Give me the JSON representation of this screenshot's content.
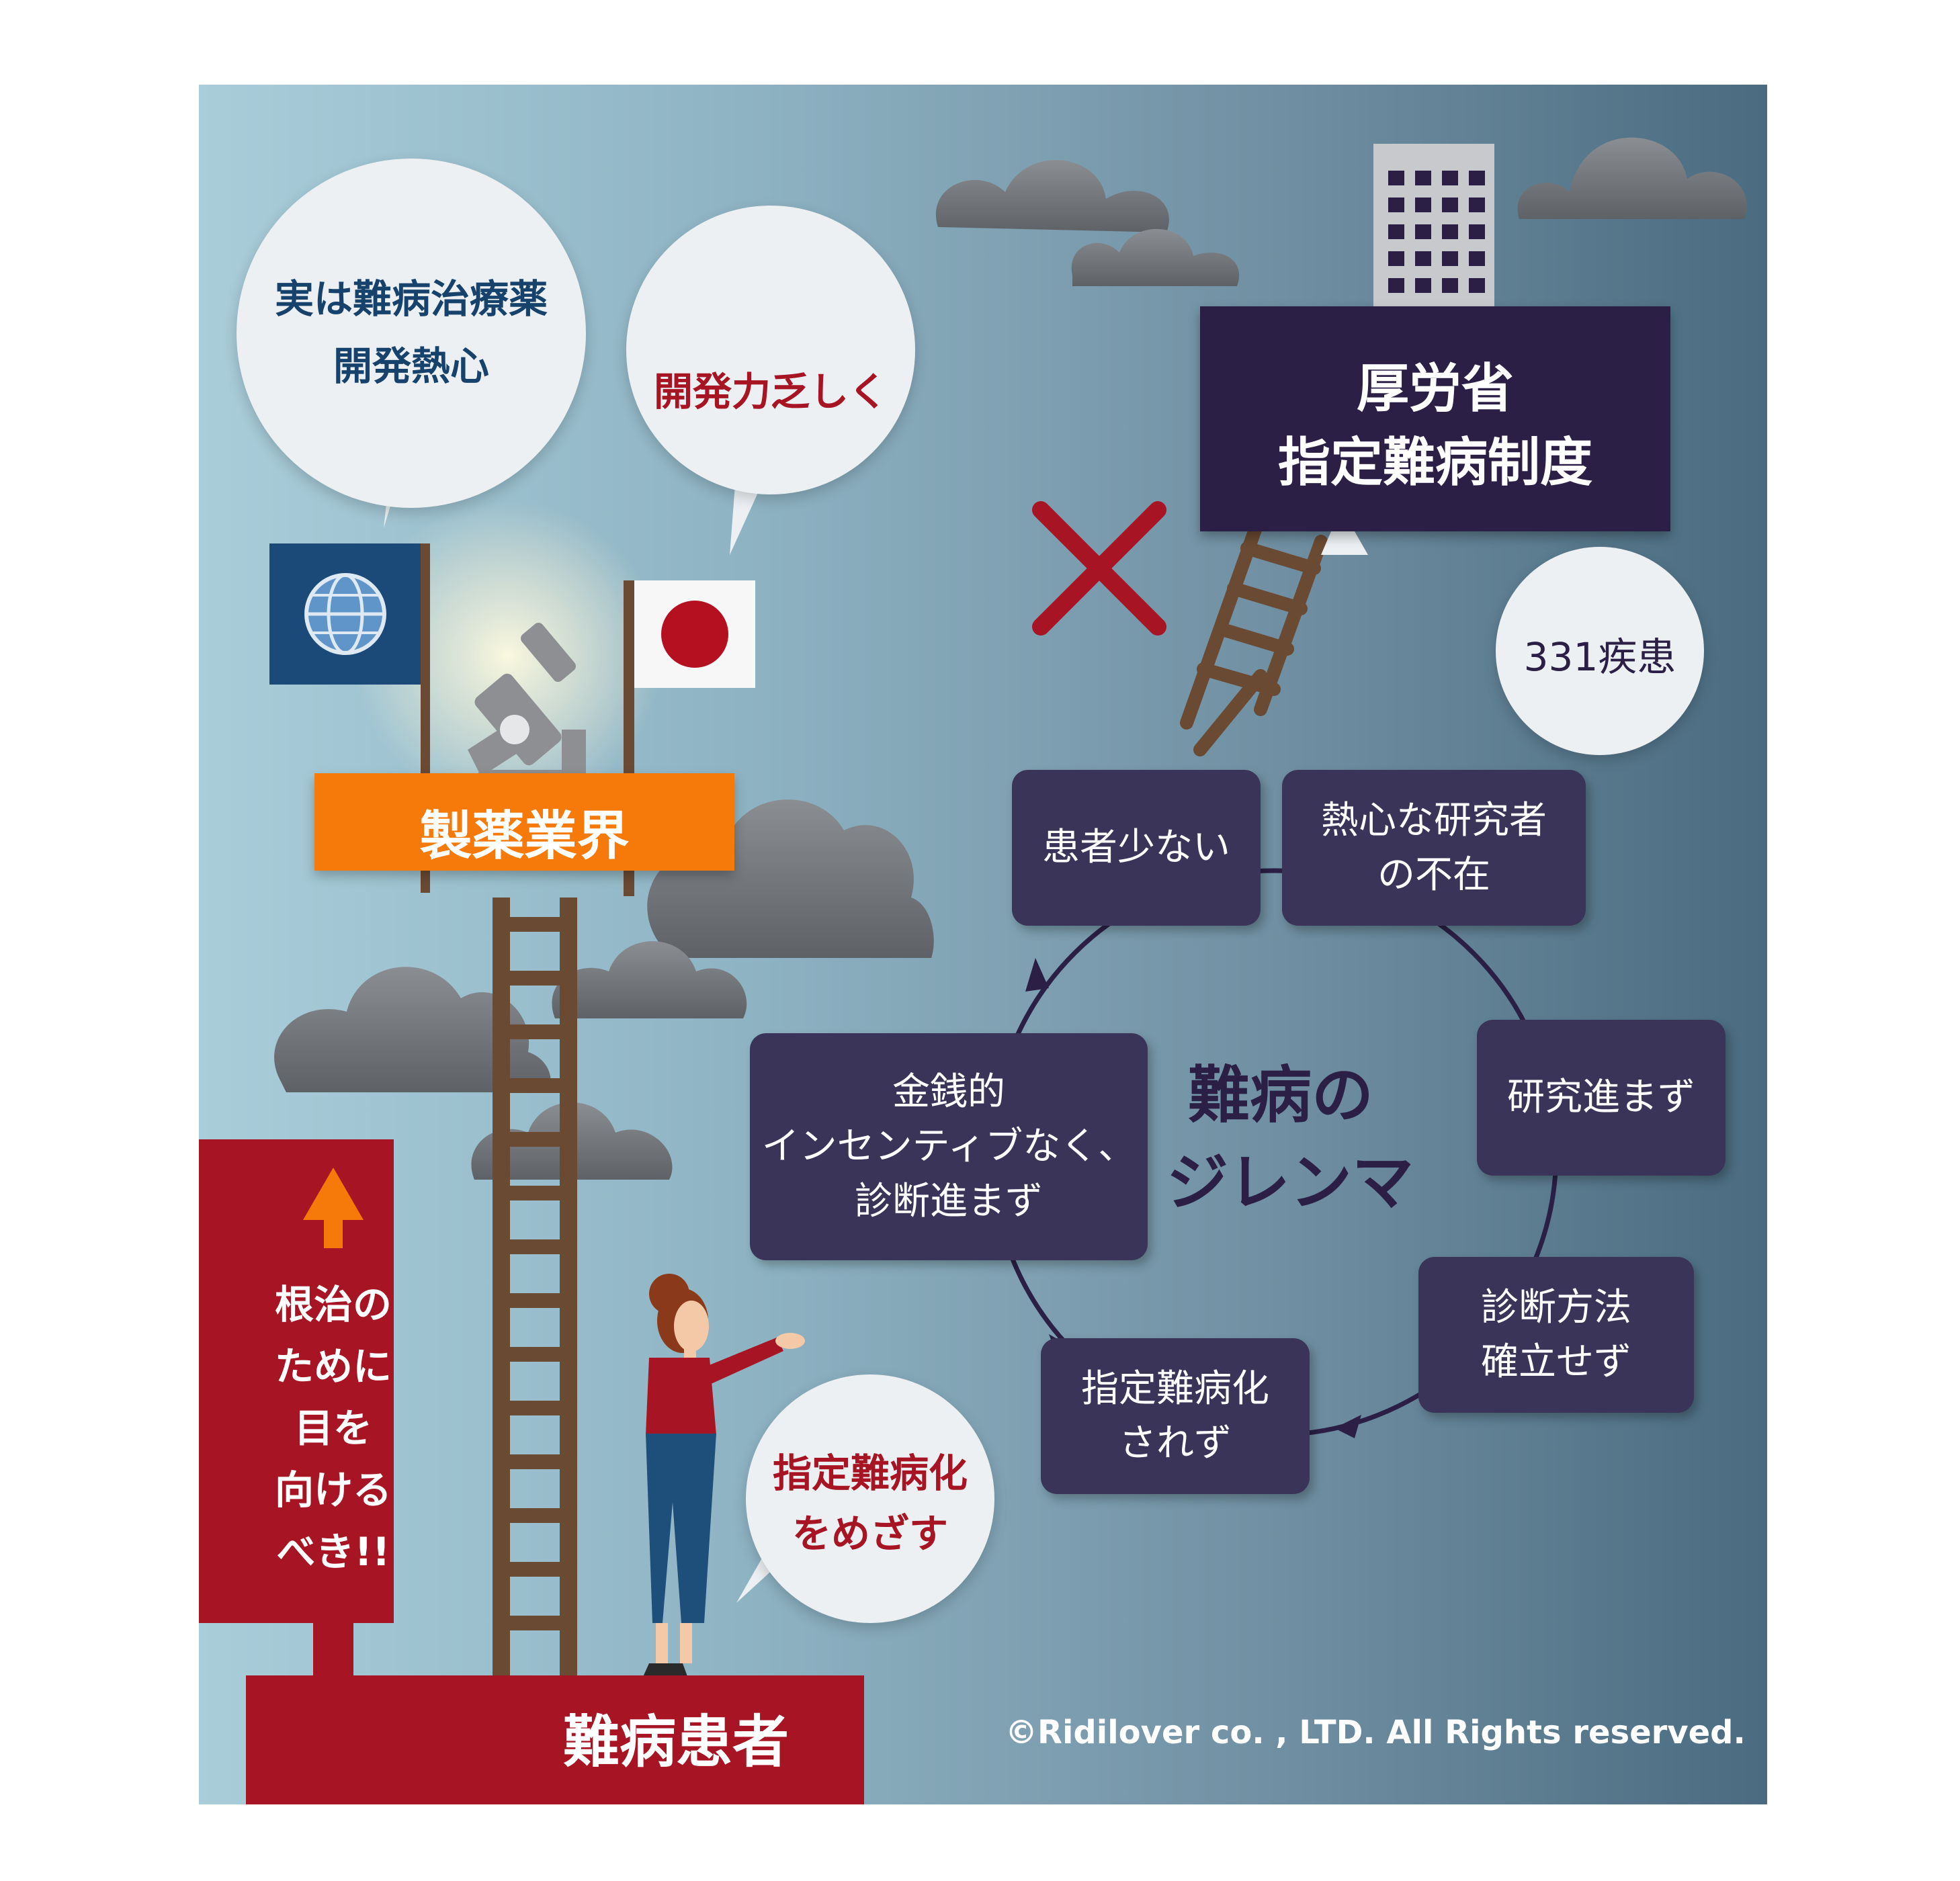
{
  "bubbles": {
    "rd_enthusiasm": [
      "実は難病治療薬",
      "開発熱心"
    ],
    "lack_capability": "開発力乏しく",
    "target_designation": [
      "指定難病化",
      "をめざす"
    ],
    "disease_count": "331疾患"
  },
  "pharma_label": "製薬業界",
  "mhlw_label": [
    "厚労省",
    "指定難病制度"
  ],
  "patient_label": "難病患者",
  "signpost_text": [
    "根治の",
    "ために",
    "目を",
    "向ける",
    "べき!!"
  ],
  "cycle": {
    "title": [
      "難病の",
      "ジレンマ"
    ],
    "nodes": [
      {
        "id": "few_patients",
        "lines": [
          "患者少ない"
        ]
      },
      {
        "id": "no_researchers",
        "lines": [
          "熱心な研究者",
          "の不在"
        ]
      },
      {
        "id": "research_stalls",
        "lines": [
          "研究進まず"
        ]
      },
      {
        "id": "no_diagnosis_method",
        "lines": [
          "診断方法",
          "確立せず"
        ]
      },
      {
        "id": "not_designated",
        "lines": [
          "指定難病化",
          "されず"
        ]
      },
      {
        "id": "no_incentive",
        "lines": [
          "金銭的",
          "インセンティブなく、",
          "診断進まず"
        ]
      }
    ]
  },
  "copyright": "©Ridilover co. , LTD. All Rights reserved.",
  "colors": {
    "navy": "#2b1f45",
    "cycle_box": "#3a3558",
    "crimson": "#a71423",
    "orange": "#f57a0a",
    "blue_text": "#17426b",
    "ladder": "#6b4a33",
    "cloud": "#6f7479"
  },
  "icons": [
    "globe-flag-icon",
    "japan-flag-icon",
    "microscope-icon",
    "capsule-icon",
    "building-icon",
    "cross-mark-icon",
    "up-arrow-icon",
    "ladder-icon",
    "cloud-icon",
    "woman-figure-icon"
  ]
}
